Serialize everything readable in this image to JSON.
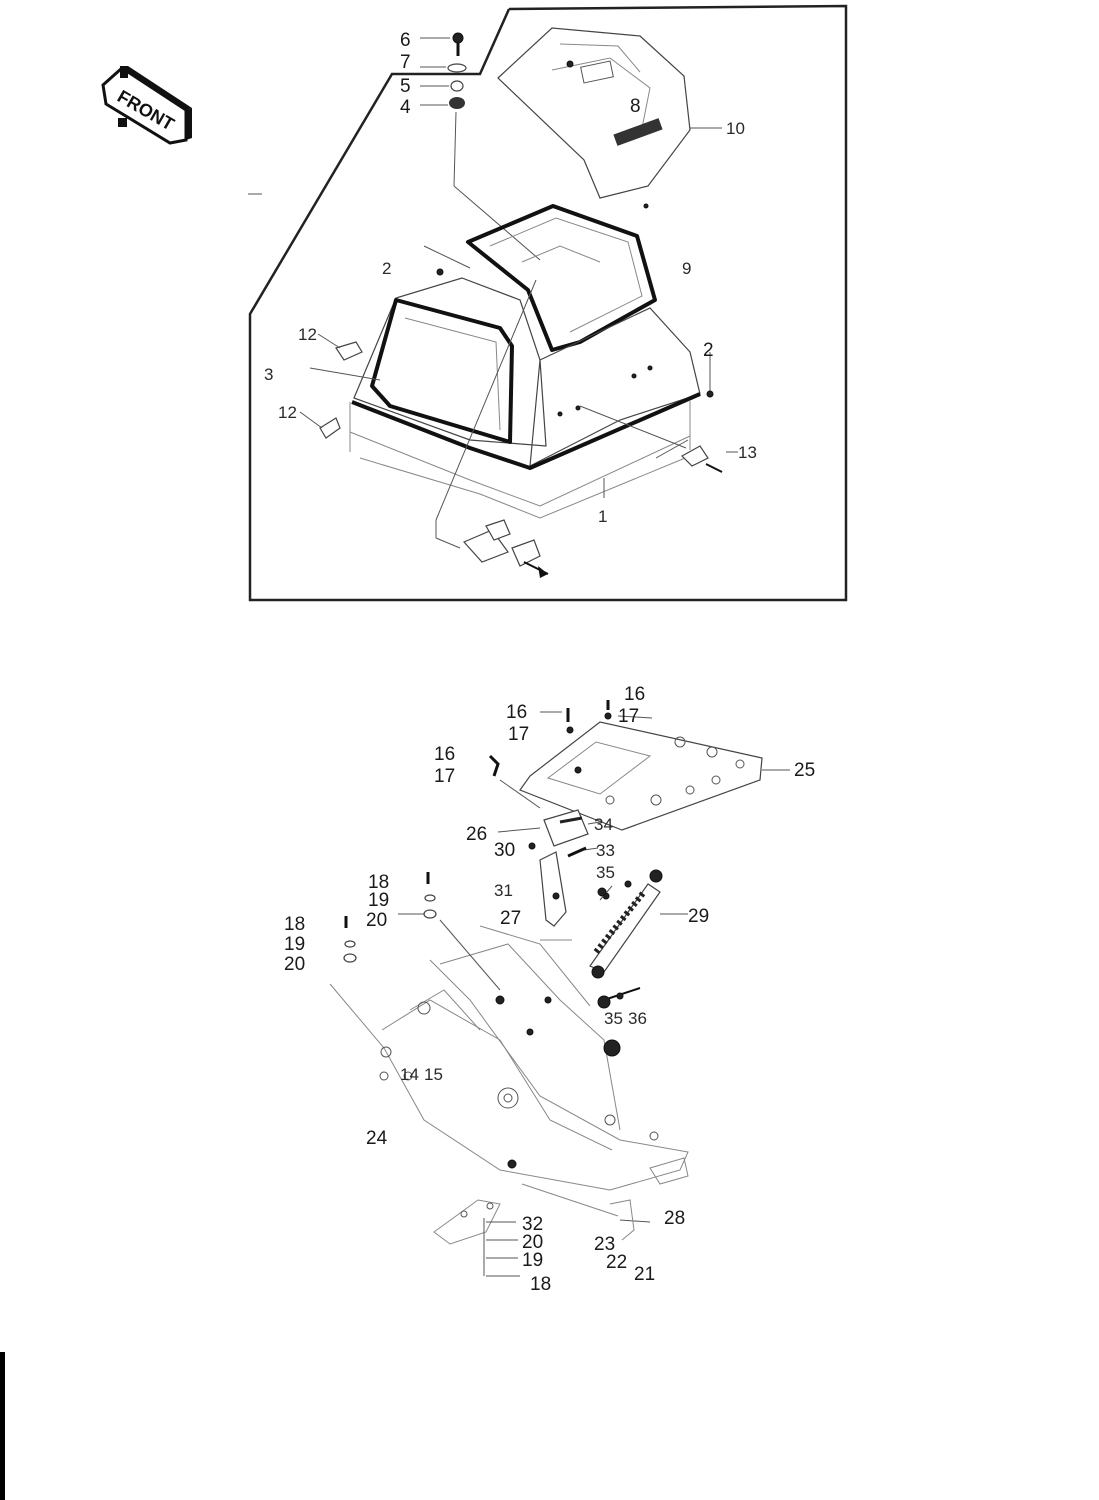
{
  "badge": {
    "text": "FRONT"
  },
  "upper_diagram": {
    "callouts": {
      "c6": "6",
      "c7": "7",
      "c5": "5",
      "c4": "4",
      "c8": "8",
      "c10": "10",
      "c2a": "2",
      "c9": "9",
      "c2b": "2",
      "c12a": "12",
      "c3": "3",
      "c12b": "12",
      "c13": "13",
      "c1": "1"
    }
  },
  "lower_diagram": {
    "callouts": {
      "c16a": "16",
      "c17a": "17",
      "c16b": "16",
      "c17b": "17",
      "c16c": "16",
      "c17c": "17",
      "c25": "25",
      "c26": "26",
      "c34": "34",
      "c30": "30",
      "c33": "33",
      "c35a": "35",
      "c31": "31",
      "c27": "27",
      "c29": "29",
      "c18a": "18",
      "c19a": "19",
      "c20a": "20",
      "c18b": "18",
      "c19b": "19",
      "c20b": "20",
      "c14": "14",
      "c15": "15",
      "c35b": "35",
      "c36": "36",
      "c24": "24",
      "c28": "28",
      "c32": "32",
      "c20c": "20",
      "c19c": "19",
      "c18c": "18",
      "c23": "23",
      "c22": "22",
      "c21": "21"
    }
  }
}
